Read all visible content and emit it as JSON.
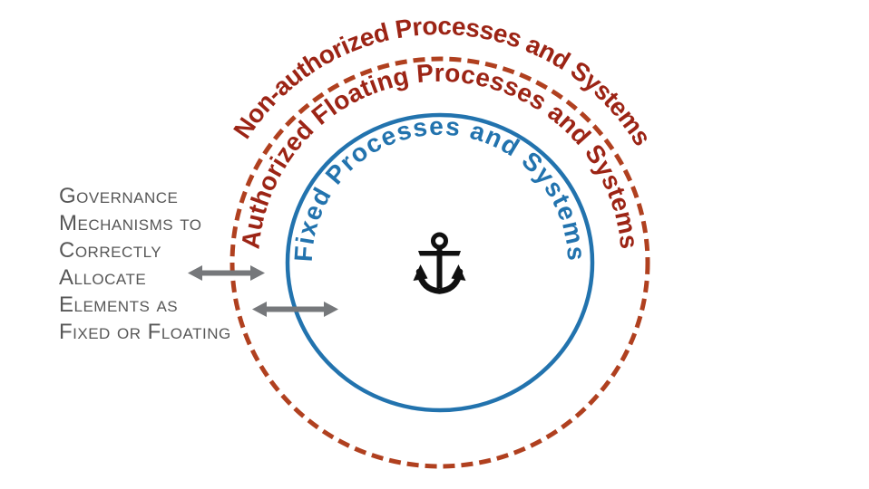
{
  "colors": {
    "background": "#ffffff",
    "ring_text_red": "#9c2415",
    "dashed_ring": "#b0401f",
    "blue": "#2273ae",
    "note_text": "#575757",
    "arrow": "#76787b",
    "anchor": "#101010"
  },
  "rings": {
    "outer": {
      "label": "Non-authorized Processes and Systems"
    },
    "middle": {
      "label": "Authorized Floating Processes and Systems"
    },
    "inner": {
      "label": "Fixed Processes and Systems"
    }
  },
  "note": {
    "lines": [
      "Governance",
      "Mechanisms to",
      "Correctly",
      "Allocate",
      "Elements as",
      "Fixed or Floating"
    ]
  },
  "icons": {
    "center": "anchor-icon"
  }
}
